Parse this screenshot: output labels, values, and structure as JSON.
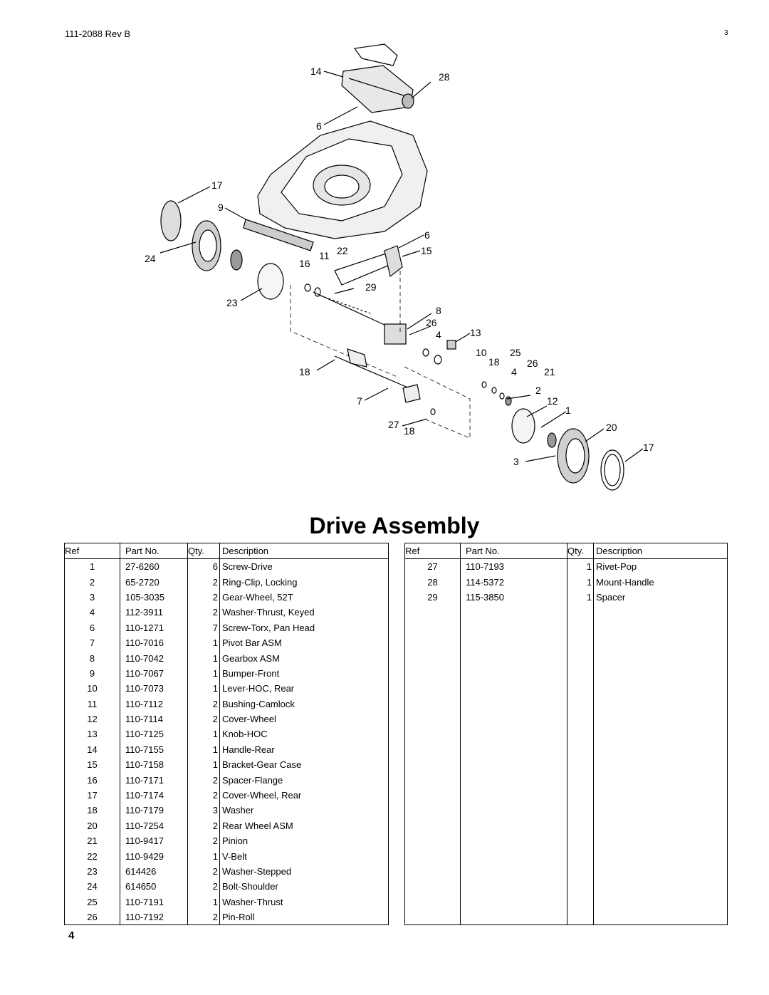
{
  "header": {
    "doc_number": "111-2088  Rev B",
    "page_number": "3"
  },
  "diagram": {
    "callouts": [
      "14",
      "28",
      "6",
      "17",
      "9",
      "24",
      "6",
      "22",
      "15",
      "11",
      "16",
      "29",
      "23",
      "8",
      "26",
      "4",
      "13",
      "10",
      "25",
      "18",
      "26",
      "4",
      "21",
      "18",
      "2",
      "12",
      "7",
      "1",
      "27",
      "18",
      "20",
      "17",
      "3"
    ]
  },
  "title": "Drive Assembly",
  "table": {
    "headers": {
      "ref": "Ref",
      "part": "Part No.",
      "qty": "Qty.",
      "desc": "Description"
    },
    "left_rows": [
      {
        "ref": "1",
        "part": "27-6260",
        "qty": "6",
        "desc": "Screw-Drive"
      },
      {
        "ref": "2",
        "part": "65-2720",
        "qty": "2",
        "desc": "Ring-Clip, Locking"
      },
      {
        "ref": "3",
        "part": "105-3035",
        "qty": "2",
        "desc": "Gear-Wheel, 52T"
      },
      {
        "ref": "4",
        "part": "112-3911",
        "qty": "2",
        "desc": "Washer-Thrust, Keyed"
      },
      {
        "ref": "6",
        "part": "110-1271",
        "qty": "7",
        "desc": "Screw-Torx, Pan Head"
      },
      {
        "ref": "7",
        "part": "110-7016",
        "qty": "1",
        "desc": "Pivot Bar ASM"
      },
      {
        "ref": "8",
        "part": "110-7042",
        "qty": "1",
        "desc": "Gearbox ASM"
      },
      {
        "ref": "9",
        "part": "110-7067",
        "qty": "1",
        "desc": "Bumper-Front"
      },
      {
        "ref": "10",
        "part": "110-7073",
        "qty": "1",
        "desc": "Lever-HOC, Rear"
      },
      {
        "ref": "11",
        "part": "110-7112",
        "qty": "2",
        "desc": "Bushing-Camlock"
      },
      {
        "ref": "12",
        "part": "110-7114",
        "qty": "2",
        "desc": "Cover-Wheel"
      },
      {
        "ref": "13",
        "part": "110-7125",
        "qty": "1",
        "desc": "Knob-HOC"
      },
      {
        "ref": "14",
        "part": "110-7155",
        "qty": "1",
        "desc": "Handle-Rear"
      },
      {
        "ref": "15",
        "part": "110-7158",
        "qty": "1",
        "desc": "Bracket-Gear Case"
      },
      {
        "ref": "16",
        "part": "110-7171",
        "qty": "2",
        "desc": "Spacer-Flange"
      },
      {
        "ref": "17",
        "part": "110-7174",
        "qty": "2",
        "desc": "Cover-Wheel, Rear"
      },
      {
        "ref": "18",
        "part": "110-7179",
        "qty": "3",
        "desc": "Washer"
      },
      {
        "ref": "20",
        "part": "110-7254",
        "qty": "2",
        "desc": "Rear Wheel ASM"
      },
      {
        "ref": "21",
        "part": "110-9417",
        "qty": "2",
        "desc": "Pinion"
      },
      {
        "ref": "22",
        "part": "110-9429",
        "qty": "1",
        "desc": "V-Belt"
      },
      {
        "ref": "23",
        "part": "614426",
        "qty": "2",
        "desc": "Washer-Stepped"
      },
      {
        "ref": "24",
        "part": "614650",
        "qty": "2",
        "desc": "Bolt-Shoulder"
      },
      {
        "ref": "25",
        "part": "110-7191",
        "qty": "1",
        "desc": "Washer-Thrust"
      },
      {
        "ref": "26",
        "part": "110-7192",
        "qty": "2",
        "desc": "Pin-Roll"
      }
    ],
    "right_rows": [
      {
        "ref": "27",
        "part": "110-7193",
        "qty": "1",
        "desc": "Rivet-Pop"
      },
      {
        "ref": "28",
        "part": "114-5372",
        "qty": "1",
        "desc": "Mount-Handle"
      },
      {
        "ref": "29",
        "part": "115-3850",
        "qty": "1",
        "desc": "Spacer"
      },
      {
        "ref": "",
        "part": "",
        "qty": "",
        "desc": ""
      },
      {
        "ref": "",
        "part": "",
        "qty": "",
        "desc": ""
      },
      {
        "ref": "",
        "part": "",
        "qty": "",
        "desc": ""
      },
      {
        "ref": "",
        "part": "",
        "qty": "",
        "desc": ""
      },
      {
        "ref": "",
        "part": "",
        "qty": "",
        "desc": ""
      },
      {
        "ref": "",
        "part": "",
        "qty": "",
        "desc": ""
      },
      {
        "ref": "",
        "part": "",
        "qty": "",
        "desc": ""
      },
      {
        "ref": "",
        "part": "",
        "qty": "",
        "desc": ""
      },
      {
        "ref": "",
        "part": "",
        "qty": "",
        "desc": ""
      },
      {
        "ref": "",
        "part": "",
        "qty": "",
        "desc": ""
      },
      {
        "ref": "",
        "part": "",
        "qty": "",
        "desc": ""
      },
      {
        "ref": "",
        "part": "",
        "qty": "",
        "desc": ""
      },
      {
        "ref": "",
        "part": "",
        "qty": "",
        "desc": ""
      },
      {
        "ref": "",
        "part": "",
        "qty": "",
        "desc": ""
      },
      {
        "ref": "",
        "part": "",
        "qty": "",
        "desc": ""
      },
      {
        "ref": "",
        "part": "",
        "qty": "",
        "desc": ""
      },
      {
        "ref": "",
        "part": "",
        "qty": "",
        "desc": ""
      },
      {
        "ref": "",
        "part": "",
        "qty": "",
        "desc": ""
      },
      {
        "ref": "",
        "part": "",
        "qty": "",
        "desc": ""
      },
      {
        "ref": "",
        "part": "",
        "qty": "",
        "desc": ""
      },
      {
        "ref": "",
        "part": "",
        "qty": "",
        "desc": ""
      }
    ]
  },
  "footer": {
    "page_number": "4"
  }
}
